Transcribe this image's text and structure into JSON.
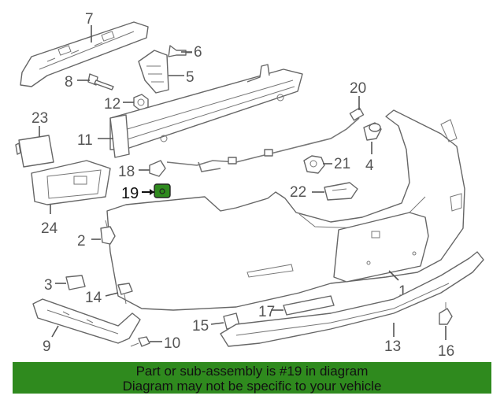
{
  "diagram": {
    "callouts": [
      {
        "id": "7",
        "text": "7"
      },
      {
        "id": "6",
        "text": "6"
      },
      {
        "id": "8",
        "text": "8"
      },
      {
        "id": "5",
        "text": "5"
      },
      {
        "id": "12",
        "text": "12"
      },
      {
        "id": "20",
        "text": "20"
      },
      {
        "id": "23",
        "text": "23"
      },
      {
        "id": "11",
        "text": "11"
      },
      {
        "id": "4",
        "text": "4"
      },
      {
        "id": "18",
        "text": "18"
      },
      {
        "id": "21",
        "text": "21"
      },
      {
        "id": "19",
        "text": "19"
      },
      {
        "id": "22",
        "text": "22"
      },
      {
        "id": "24",
        "text": "24"
      },
      {
        "id": "2",
        "text": "2"
      },
      {
        "id": "1",
        "text": "1"
      },
      {
        "id": "3",
        "text": "3"
      },
      {
        "id": "14",
        "text": "14"
      },
      {
        "id": "17",
        "text": "17"
      },
      {
        "id": "15",
        "text": "15"
      },
      {
        "id": "9",
        "text": "9"
      },
      {
        "id": "10",
        "text": "10"
      },
      {
        "id": "13",
        "text": "13"
      },
      {
        "id": "16",
        "text": "16"
      }
    ],
    "highlight_color": "#2f8a1e"
  },
  "banner": {
    "line1": "Part or sub-assembly is #19 in diagram",
    "line2": "Diagram may not be specific to your vehicle",
    "bg_color": "#2f8a1e"
  }
}
